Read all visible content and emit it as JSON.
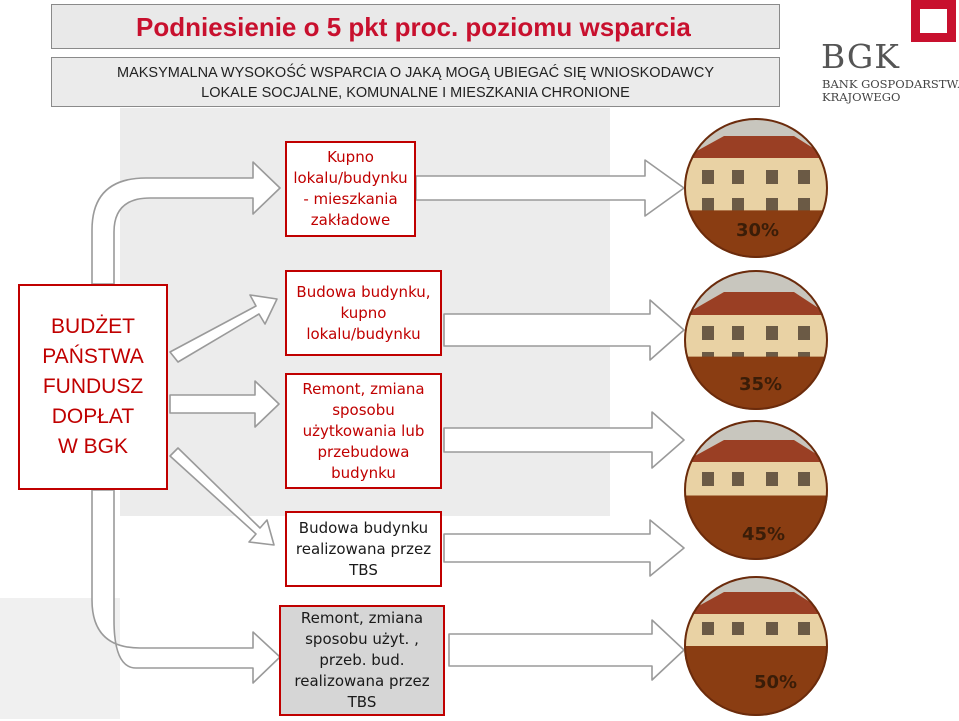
{
  "header": {
    "title": "Podniesienie o 5 pkt proc.  poziomu wsparcia",
    "subtitle_line1": "MAKSYMALNA WYSOKOŚĆ WSPARCIA O JAKĄ MOGĄ UBIEGAĆ SIĘ WNIOSKODAWCY",
    "subtitle_line2": "LOKALE SOCJALNE, KOMUNALNE I MIESZKANIA CHRONIONE"
  },
  "logo": {
    "mark": "BGK",
    "line1": "BANK GOSPODARSTWA",
    "line2": "KRAJOWEGO"
  },
  "source": {
    "label": "BUDŻET\nPAŃSTWA\nFUNDUSZ\nDOPŁAT\nW BGK"
  },
  "options": [
    {
      "label": "Kupno\nlokalu/budynku\n- mieszkania\nzakładowe",
      "percent": "30%"
    },
    {
      "label": "Budowa budynku,\nkupno\nlokalu/budynku",
      "percent": "35%"
    },
    {
      "label": "Remont, zmiana\nsposobu\nużytkowania lub\nprzebudowa\nbudynku",
      "percent": "45%"
    },
    {
      "label": "Budowa budynku\nrealizowana  przez\nTBS",
      "percent": "45%"
    },
    {
      "label": "Remont, zmiana\nsposobu użyt. ,\nprzeb. bud.\nrealizowana   przez\nTBS",
      "percent": "50%"
    }
  ],
  "pie_images": [
    {
      "percent_display": "30%",
      "fill_fraction": 0.3
    },
    {
      "percent_display": "35%",
      "fill_fraction": 0.35
    },
    {
      "percent_display": "45%",
      "fill_fraction": 0.45
    },
    {
      "percent_display": "50%",
      "fill_fraction": 0.5
    }
  ],
  "colors": {
    "accent_red": "#c00000",
    "title_red": "#c8102e",
    "arrow_fill": "#ffffff",
    "arrow_stroke": "#9a9a9a",
    "pie_fill": "#8a3d12",
    "building_wall": "#e9d2a4",
    "roof": "#9a3f24",
    "sky": "#c8c6be"
  }
}
